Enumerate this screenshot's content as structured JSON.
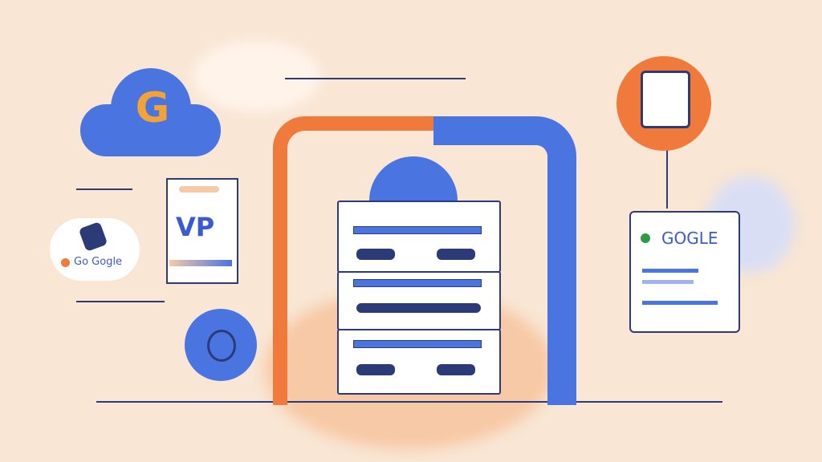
{
  "cloud_logo": {
    "letter": "G",
    "color": "#f2a236",
    "cloud_color": "#4a74e0"
  },
  "left_bubble": {
    "text": "Go Gogle"
  },
  "card_left": {
    "text": "VP"
  },
  "card_right": {
    "title": "GOGLE"
  },
  "colors": {
    "background": "#f9e6d4",
    "orange": "#f07a3c",
    "blue": "#4a74e0",
    "navy": "#2c3a78"
  }
}
